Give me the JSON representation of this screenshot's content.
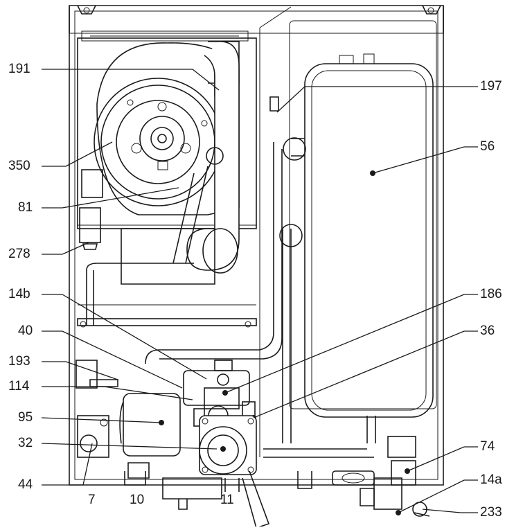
{
  "labels": {
    "l191": "191",
    "l350": "350",
    "l81": "81",
    "l278": "278",
    "l14b": "14b",
    "l40": "40",
    "l193": "193",
    "l114": "114",
    "l95": "95",
    "l32": "32",
    "l44": "44",
    "l7": "7",
    "l10": "10",
    "l11": "11",
    "l197": "197",
    "l56": "56",
    "l186": "186",
    "l36": "36",
    "l74": "74",
    "l14a": "14a",
    "l233": "233"
  }
}
